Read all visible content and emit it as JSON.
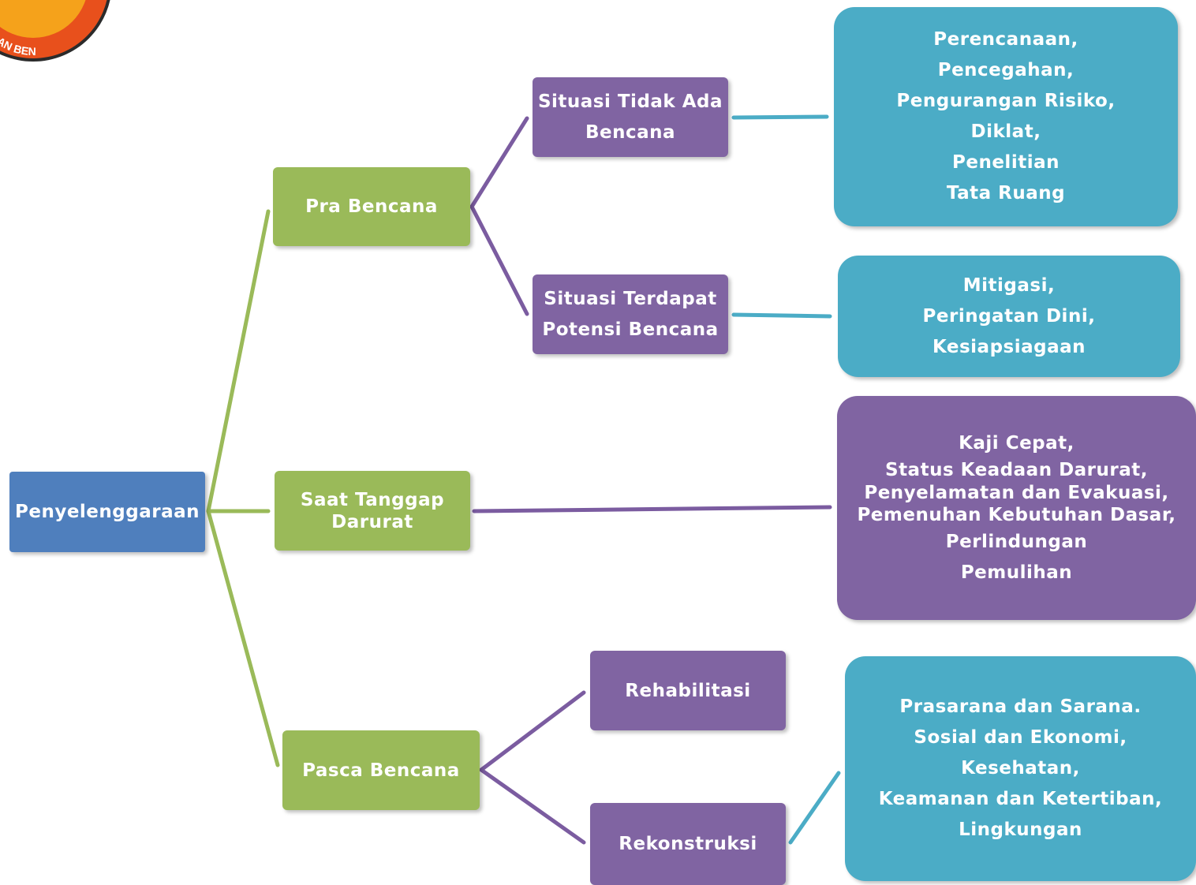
{
  "logo": {
    "partial_text": "NGAN BEN",
    "colors": {
      "ring": "#e8501c",
      "inner": "#f5a21b",
      "edge": "#2b2b2b"
    }
  },
  "root": {
    "label": "Penyelenggaraan"
  },
  "phases": {
    "pra": {
      "label": "Pra Bencana"
    },
    "saat": {
      "label_lines": [
        "Saat Tanggap",
        "Darurat"
      ]
    },
    "pasca": {
      "label": "Pasca Bencana"
    }
  },
  "situations": {
    "tidak_ada": {
      "label_lines": [
        "Situasi Tidak Ada",
        "Bencana"
      ]
    },
    "terdapat": {
      "label_lines": [
        "Situasi Terdapat",
        "Potensi Bencana"
      ]
    },
    "rehabilitasi": {
      "label": "Rehabilitasi"
    },
    "rekonstruksi": {
      "label": "Rekonstruksi"
    }
  },
  "details": {
    "tidak_ada": [
      "Perencanaan,",
      "Pencegahan,",
      "Pengurangan Risiko,",
      "Diklat,",
      "Penelitian",
      "Tata Ruang"
    ],
    "terdapat": [
      "Mitigasi,",
      "Peringatan Dini,",
      "Kesiapsiagaan"
    ],
    "darurat": [
      "Kaji Cepat,",
      "Status Keadaan Darurat,",
      "Penyelamatan dan Evakuasi,",
      "Pemenuhan Kebutuhan Dasar,",
      "Perlindungan",
      "Pemulihan"
    ],
    "pasca": [
      "Prasarana dan Sarana.",
      "Sosial dan Ekonomi,",
      "Kesehatan,",
      "Keamanan dan Ketertiban,",
      "Lingkungan"
    ]
  },
  "colors": {
    "root": "#4f7fbd",
    "phase": "#9aba59",
    "situation": "#8064a2",
    "detail": "#4bacc6",
    "green_line": "#9aba59",
    "purple_line": "#7b5ca0",
    "teal_line": "#4bacc6"
  }
}
